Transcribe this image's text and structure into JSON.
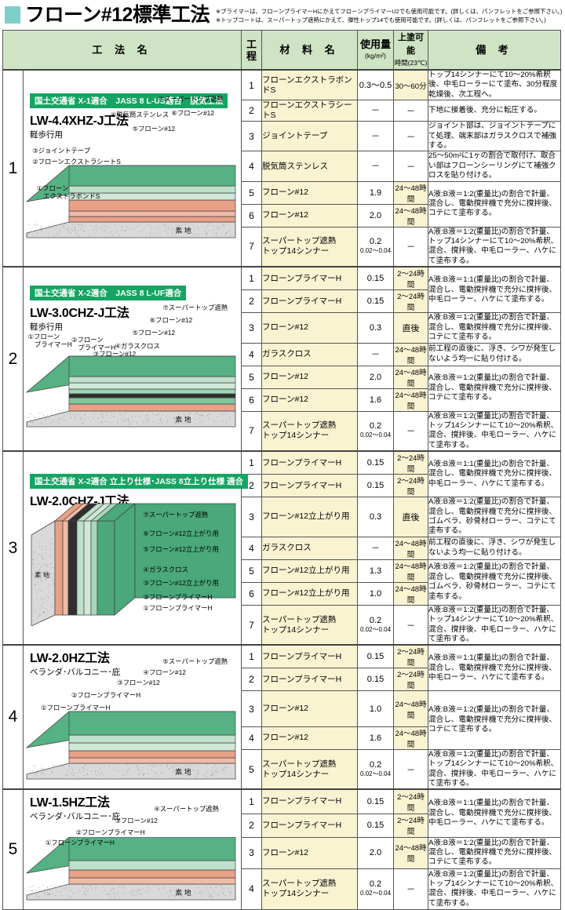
{
  "title": {
    "heading": "フローン#12標準工法",
    "notes": [
      "※プライマーは、フローンプライマーHにかえてフローンプライマーU2でも使用可能です。(詳しくは、パンフレットをご参照下さい。)",
      "※トップコートは、スーパートップ遮熱にかえて、弾性トップ14でも使用可能です。(詳しくは、パンフレットをご参照下さい。)"
    ]
  },
  "columns": {
    "method": "工 法 名",
    "process": "工程",
    "material": "材 料 名",
    "amount": "使用量",
    "amount_unit": "(kg/m²)",
    "time": "上塗可能",
    "time_unit": "時間(23℃)",
    "remarks": "備  考"
  },
  "colors": {
    "banner_green": "#16a463",
    "header_green": "#cfe4c4",
    "material_cream": "#faf3d2",
    "title_swatch": "#7ecfc8"
  },
  "sections": [
    {
      "no": "1",
      "banner": "国土交通省 X-1適合　JASS 8 L-US適合　脱気工法",
      "method_name": "LW-4.4XHZ-J工法",
      "method_sub": "軽歩行用",
      "diagram_type": "horizontal",
      "substrate_label": "素 地",
      "labels": [
        "①フローン\n　エクストラボンドS",
        "②フローンエクストラシートS",
        "③ジョイントテープ",
        "④脱気筒ステンレス",
        "⑤フローン#12",
        "⑥フローン#12",
        "⑦スーパートップ遮熱"
      ],
      "rows": [
        {
          "no": "1",
          "material": "フローンエクストラボンドS",
          "amount": "0.3～0.5",
          "time": "30～60分",
          "remarks": "トップ14シンナーにて10～20%希釈後、中毛ローラーにて塗布、30分程度乾燥後、次工程へ。",
          "rowspan": 1
        },
        {
          "no": "2",
          "material": "フローンエクストラシートS",
          "amount": "－",
          "time": "－",
          "remarks": "下地に接着後、充分に転圧する。",
          "rowspan": 1
        },
        {
          "no": "3",
          "material": "ジョイントテープ",
          "amount": "－",
          "time": "－",
          "remarks": "ジョイント部は、ジョイントテープにて処理、端末部はガラスクロスで補強する。",
          "rowspan": 1
        },
        {
          "no": "4",
          "material": "脱気筒ステンレス",
          "amount": "－",
          "time": "－",
          "remarks": "25～50m²に1ヶの割合で取付け、取合い部はフローンシーリングにて補強クロスを貼り付ける。",
          "rowspan": 1
        },
        {
          "no": "5",
          "material": "フローン#12",
          "amount": "1.9",
          "time": "24～48時間",
          "remarks": "A液:B液＝1:2(重量比)の割合で計量、混合し、電動撹拌機で充分に撹拌後、コテにて塗布する。",
          "rowspan": 2
        },
        {
          "no": "6",
          "material": "フローン#12",
          "amount": "2.0",
          "time": "24～48時間",
          "remarks": null,
          "rowspan": 0
        },
        {
          "no": "7",
          "material": "スーパートップ遮熱\nトップ14シンナー",
          "amount": "0.2",
          "amount_sub": "0.02～0.04",
          "time": "－",
          "remarks": "A液:B液＝1:2(重量比)の割合で計量、トップ14シンナーにて10～20%希釈、混合、撹拌後、中毛ローラー、ハケにて塗布する。",
          "rowspan": 1
        }
      ]
    },
    {
      "no": "2",
      "banner": "国土交通省 X-2適合　JASS 8 L-UF適合",
      "method_name": "LW-3.0CHZ-J工法",
      "method_sub": "軽歩行用",
      "diagram_type": "horizontal",
      "substrate_label": "素 地",
      "labels": [
        "①フローン\n　プライマーH",
        "②フローン\n　プライマーH",
        "③フローン#12",
        "④ガラスクロス",
        "⑤フローン#12",
        "⑥フローン#12",
        "⑦スーパートップ遮熱"
      ],
      "rows": [
        {
          "no": "1",
          "material": "フローンプライマーH",
          "amount": "0.15",
          "time": "2～24時間",
          "remarks": "A液:B液＝1:1(重量比)の割合で計量、混合し、電動撹拌機で充分に撹拌後、中毛ローラー、ハケにて塗布する。",
          "rowspan": 2
        },
        {
          "no": "2",
          "material": "フローンプライマーH",
          "amount": "0.15",
          "time": "2～24時間",
          "remarks": null,
          "rowspan": 0
        },
        {
          "no": "3",
          "material": "フローン#12",
          "amount": "0.3",
          "time": "直後",
          "time_plain": true,
          "remarks": "A液:B液＝1:2(重量比)の割合で計量、混合し、電動撹拌機で充分に撹拌後、コテにて塗布する。",
          "rowspan": 1
        },
        {
          "no": "4",
          "material": "ガラスクロス",
          "amount": "－",
          "time": "24～48時間",
          "remarks": "前工程の直後に、浮き、シワが発生しないよう均一に貼り付ける。",
          "rowspan": 1
        },
        {
          "no": "5",
          "material": "フローン#12",
          "amount": "2.0",
          "time": "24～48時間",
          "remarks": "A液:B液＝1:2(重量比)の割合で計量、混合し、電動撹拌機で充分に撹拌後、コテにて塗布する。",
          "rowspan": 2
        },
        {
          "no": "6",
          "material": "フローン#12",
          "amount": "1.6",
          "time": "24～48時間",
          "remarks": null,
          "rowspan": 0
        },
        {
          "no": "7",
          "material": "スーパートップ遮熱\nトップ14シンナー",
          "amount": "0.2",
          "amount_sub": "0.02～0.04",
          "time": "－",
          "remarks": "A液:B液＝1:2(重量比)の割合で計量、トップ14シンナーにて10～20%希釈、混合、撹拌後、中毛ローラー、ハケにて塗布する。",
          "rowspan": 1
        }
      ]
    },
    {
      "no": "3",
      "banner": "国土交通省 X-2適合 立上り仕様･JASS 8立上り仕様 適合",
      "method_name": "LW-2.0CHZ-J工法",
      "method_sub": "",
      "diagram_type": "vertical",
      "substrate_label": "素 地",
      "labels": [
        "①フローンプライマーH",
        "②フローンプライマーH",
        "③フローン#12立上がり用",
        "④ガラスクロス",
        "⑤フローン#12立上がり用",
        "⑥フローン#12立上がり用",
        "⑦スーパートップ遮熱"
      ],
      "rows": [
        {
          "no": "1",
          "material": "フローンプライマーH",
          "amount": "0.15",
          "time": "2～24時間",
          "remarks": "A液:B液＝1:1(重量比)の割合で計量、混合し、電動撹拌機で充分に撹拌後、中毛ローラー、ハケにて塗布する。",
          "rowspan": 2
        },
        {
          "no": "2",
          "material": "フローンプライマーH",
          "amount": "0.15",
          "time": "2～24時間",
          "remarks": null,
          "rowspan": 0
        },
        {
          "no": "3",
          "material": "フローン#12立上がり用",
          "amount": "0.3",
          "time": "直後",
          "time_plain": true,
          "remarks": "A液:B液＝1:2(重量比)の割合で計量、混合し、電動撹拌機で充分に撹拌後、ゴムベラ、砂骨材ローラー、コテにて塗布する。",
          "rowspan": 1
        },
        {
          "no": "4",
          "material": "ガラスクロス",
          "amount": "－",
          "time": "24～48時間",
          "remarks": "前工程の直後に、浮き、シワが発生しないよう均一に貼り付ける。",
          "rowspan": 1
        },
        {
          "no": "5",
          "material": "フローン#12立上がり用",
          "amount": "1.3",
          "time": "24～48時間",
          "remarks": "A液:B液＝1:2(重量比)の割合で計量、混合し、電動撹拌機で充分に撹拌後、ゴムベラ、砂骨材ローラー、コテにて塗布する。",
          "rowspan": 2
        },
        {
          "no": "6",
          "material": "フローン#12立上がり用",
          "amount": "1.0",
          "time": "24～48時間",
          "remarks": null,
          "rowspan": 0
        },
        {
          "no": "7",
          "material": "スーパートップ遮熱\nトップ14シンナー",
          "amount": "0.2",
          "amount_sub": "0.02～0.04",
          "time": "－",
          "remarks": "A液:B液＝1:2(重量比)の割合で計量、トップ14シンナーにて10～20%希釈、混合、撹拌後、中毛ローラー、ハケにて塗布する。",
          "rowspan": 1
        }
      ]
    },
    {
      "no": "4",
      "banner": "",
      "method_name": "LW-2.0HZ工法",
      "method_sub": "ベランダ･バルコニー･庇",
      "diagram_type": "horizontal",
      "substrate_label": "素 地",
      "labels": [
        "①フローンプライマーH",
        "②フローンプライマーH",
        "③フローン#12",
        "④フローン#12",
        "⑤スーパートップ遮熱"
      ],
      "rows": [
        {
          "no": "1",
          "material": "フローンプライマーH",
          "amount": "0.15",
          "time": "2～24時間",
          "remarks": "A液:B液＝1:1(重量比)の割合で計量、混合し、電動撹拌機で充分に撹拌後、中毛ローラー、ハケにて塗布する。",
          "rowspan": 2
        },
        {
          "no": "2",
          "material": "フローンプライマーH",
          "amount": "0.15",
          "time": "2～24時間",
          "remarks": null,
          "rowspan": 0
        },
        {
          "no": "3",
          "material": "フローン#12",
          "amount": "1.0",
          "time": "24～48時間",
          "remarks": "A液:B液＝1:2(重量比)の割合で計量、混合し、電動撹拌機で充分に撹拌後、コテにて塗布する。",
          "rowspan": 2
        },
        {
          "no": "4",
          "material": "フローン#12",
          "amount": "1.6",
          "time": "24～48時間",
          "remarks": null,
          "rowspan": 0
        },
        {
          "no": "5",
          "material": "スーパートップ遮熱\nトップ14シンナー",
          "amount": "0.2",
          "amount_sub": "0.02～0.04",
          "time": "－",
          "remarks": "A液:B液＝1:2(重量比)の割合で計量、トップ14シンナーにて10～20%希釈、混合、撹拌後、中毛ローラー、ハケにて塗布する。",
          "rowspan": 1
        }
      ]
    },
    {
      "no": "5",
      "banner": "",
      "method_name": "LW-1.5HZ工法",
      "method_sub": "ベランダ･バルコニー･庇",
      "diagram_type": "horizontal",
      "substrate_label": "素 地",
      "labels": [
        "①フローンプライマーH",
        "②フローンプライマーH",
        "③フローン#12",
        "④スーパートップ遮熱"
      ],
      "rows": [
        {
          "no": "1",
          "material": "フローンプライマーH",
          "amount": "0.15",
          "time": "2～24時間",
          "remarks": "A液:B液＝1:1(重量比)の割合で計量、混合し、電動撹拌機で充分に撹拌後、中毛ローラー、ハケにて塗布する。",
          "rowspan": 2
        },
        {
          "no": "2",
          "material": "フローンプライマーH",
          "amount": "0.15",
          "time": "2～24時間",
          "remarks": null,
          "rowspan": 0
        },
        {
          "no": "3",
          "material": "フローン#12",
          "amount": "2.0",
          "time": "24～48時間",
          "remarks": "A液:B液＝1:2(重量比)の割合で計量、混合し、電動撹拌機で充分に撹拌後、コテにて塗布する。",
          "rowspan": 1
        },
        {
          "no": "4",
          "material": "スーパートップ遮熱\nトップ14シンナー",
          "amount": "0.2",
          "amount_sub": "0.02～0.04",
          "time": "－",
          "remarks": "A液:B液＝1:2(重量比)の割合で計量、トップ14シンナーにて10～20%希釈、混合、撹拌後、中毛ローラー、ハケにて塗布する。",
          "rowspan": 1
        }
      ]
    }
  ]
}
